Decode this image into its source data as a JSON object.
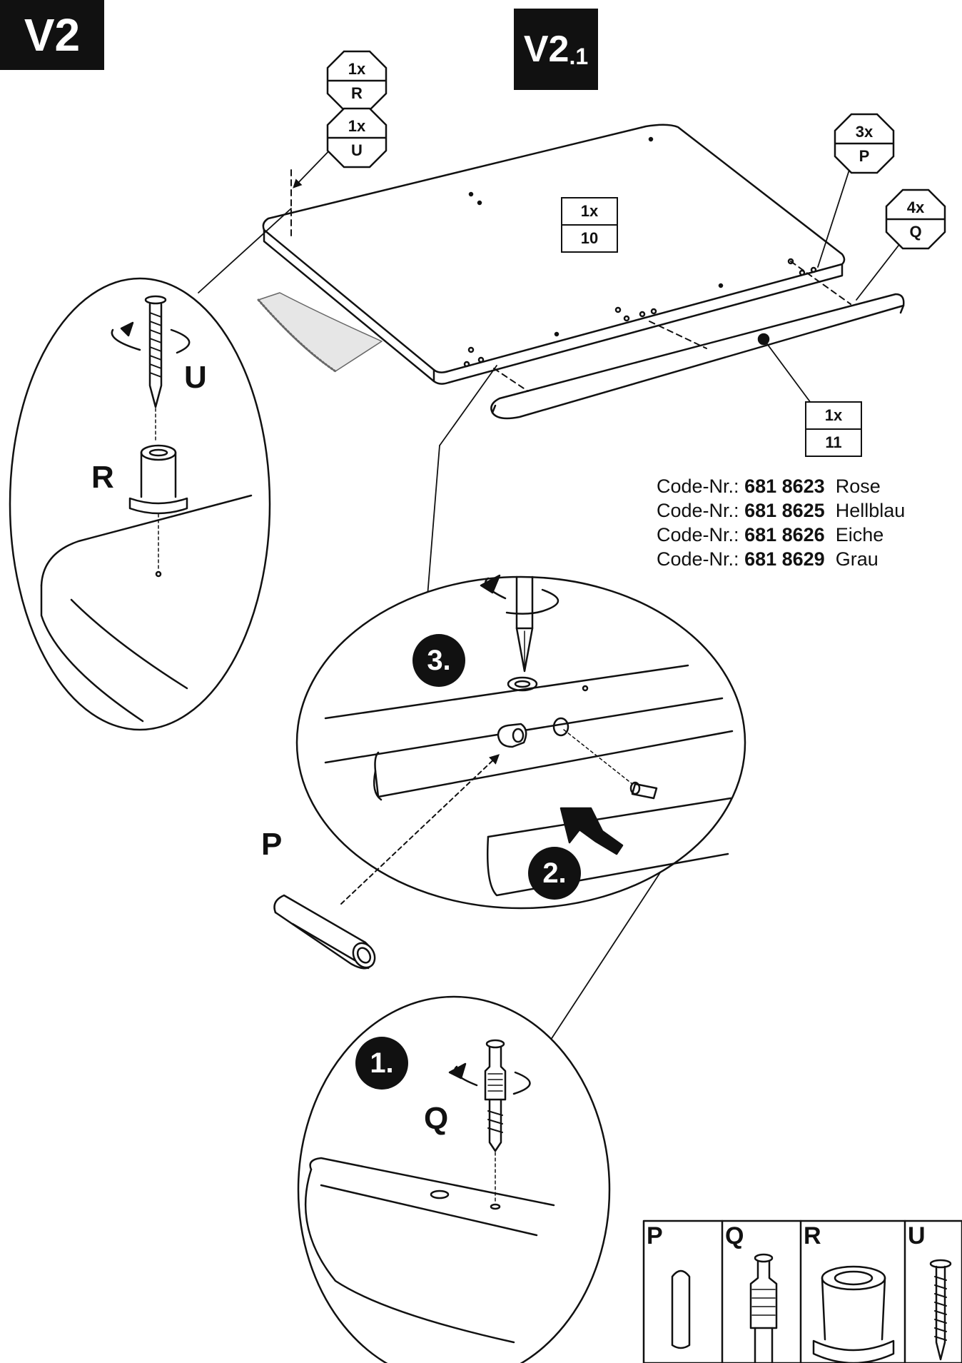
{
  "step_header": "V2",
  "sub_step_header_main": "V2",
  "sub_step_header_sub": ".1",
  "tags": [
    {
      "id": "r-top",
      "qty": "1x",
      "letter": "R"
    },
    {
      "id": "u-top",
      "qty": "1x",
      "letter": "U"
    },
    {
      "id": "p-top",
      "qty": "3x",
      "letter": "P"
    },
    {
      "id": "q-top",
      "qty": "4x",
      "letter": "Q"
    }
  ],
  "part_boxes": [
    {
      "id": "part-10",
      "qty": "1x",
      "number": "10"
    },
    {
      "id": "part-11",
      "qty": "1x",
      "number": "11"
    }
  ],
  "detail_labels": {
    "u": "U",
    "r": "R",
    "p": "P",
    "q": "Q"
  },
  "steps": {
    "one": "1.",
    "two": "2.",
    "three": "3."
  },
  "codes": [
    {
      "prefix": "Code-Nr.:",
      "number": "681 8623",
      "color": "Rose"
    },
    {
      "prefix": "Code-Nr.:",
      "number": "681 8625",
      "color": "Hellblau"
    },
    {
      "prefix": "Code-Nr.:",
      "number": "681 8626",
      "color": "Eiche"
    },
    {
      "prefix": "Code-Nr.:",
      "number": "681 8629",
      "color": "Grau"
    }
  ],
  "hardware_table": [
    "P",
    "Q",
    "R",
    "U"
  ]
}
